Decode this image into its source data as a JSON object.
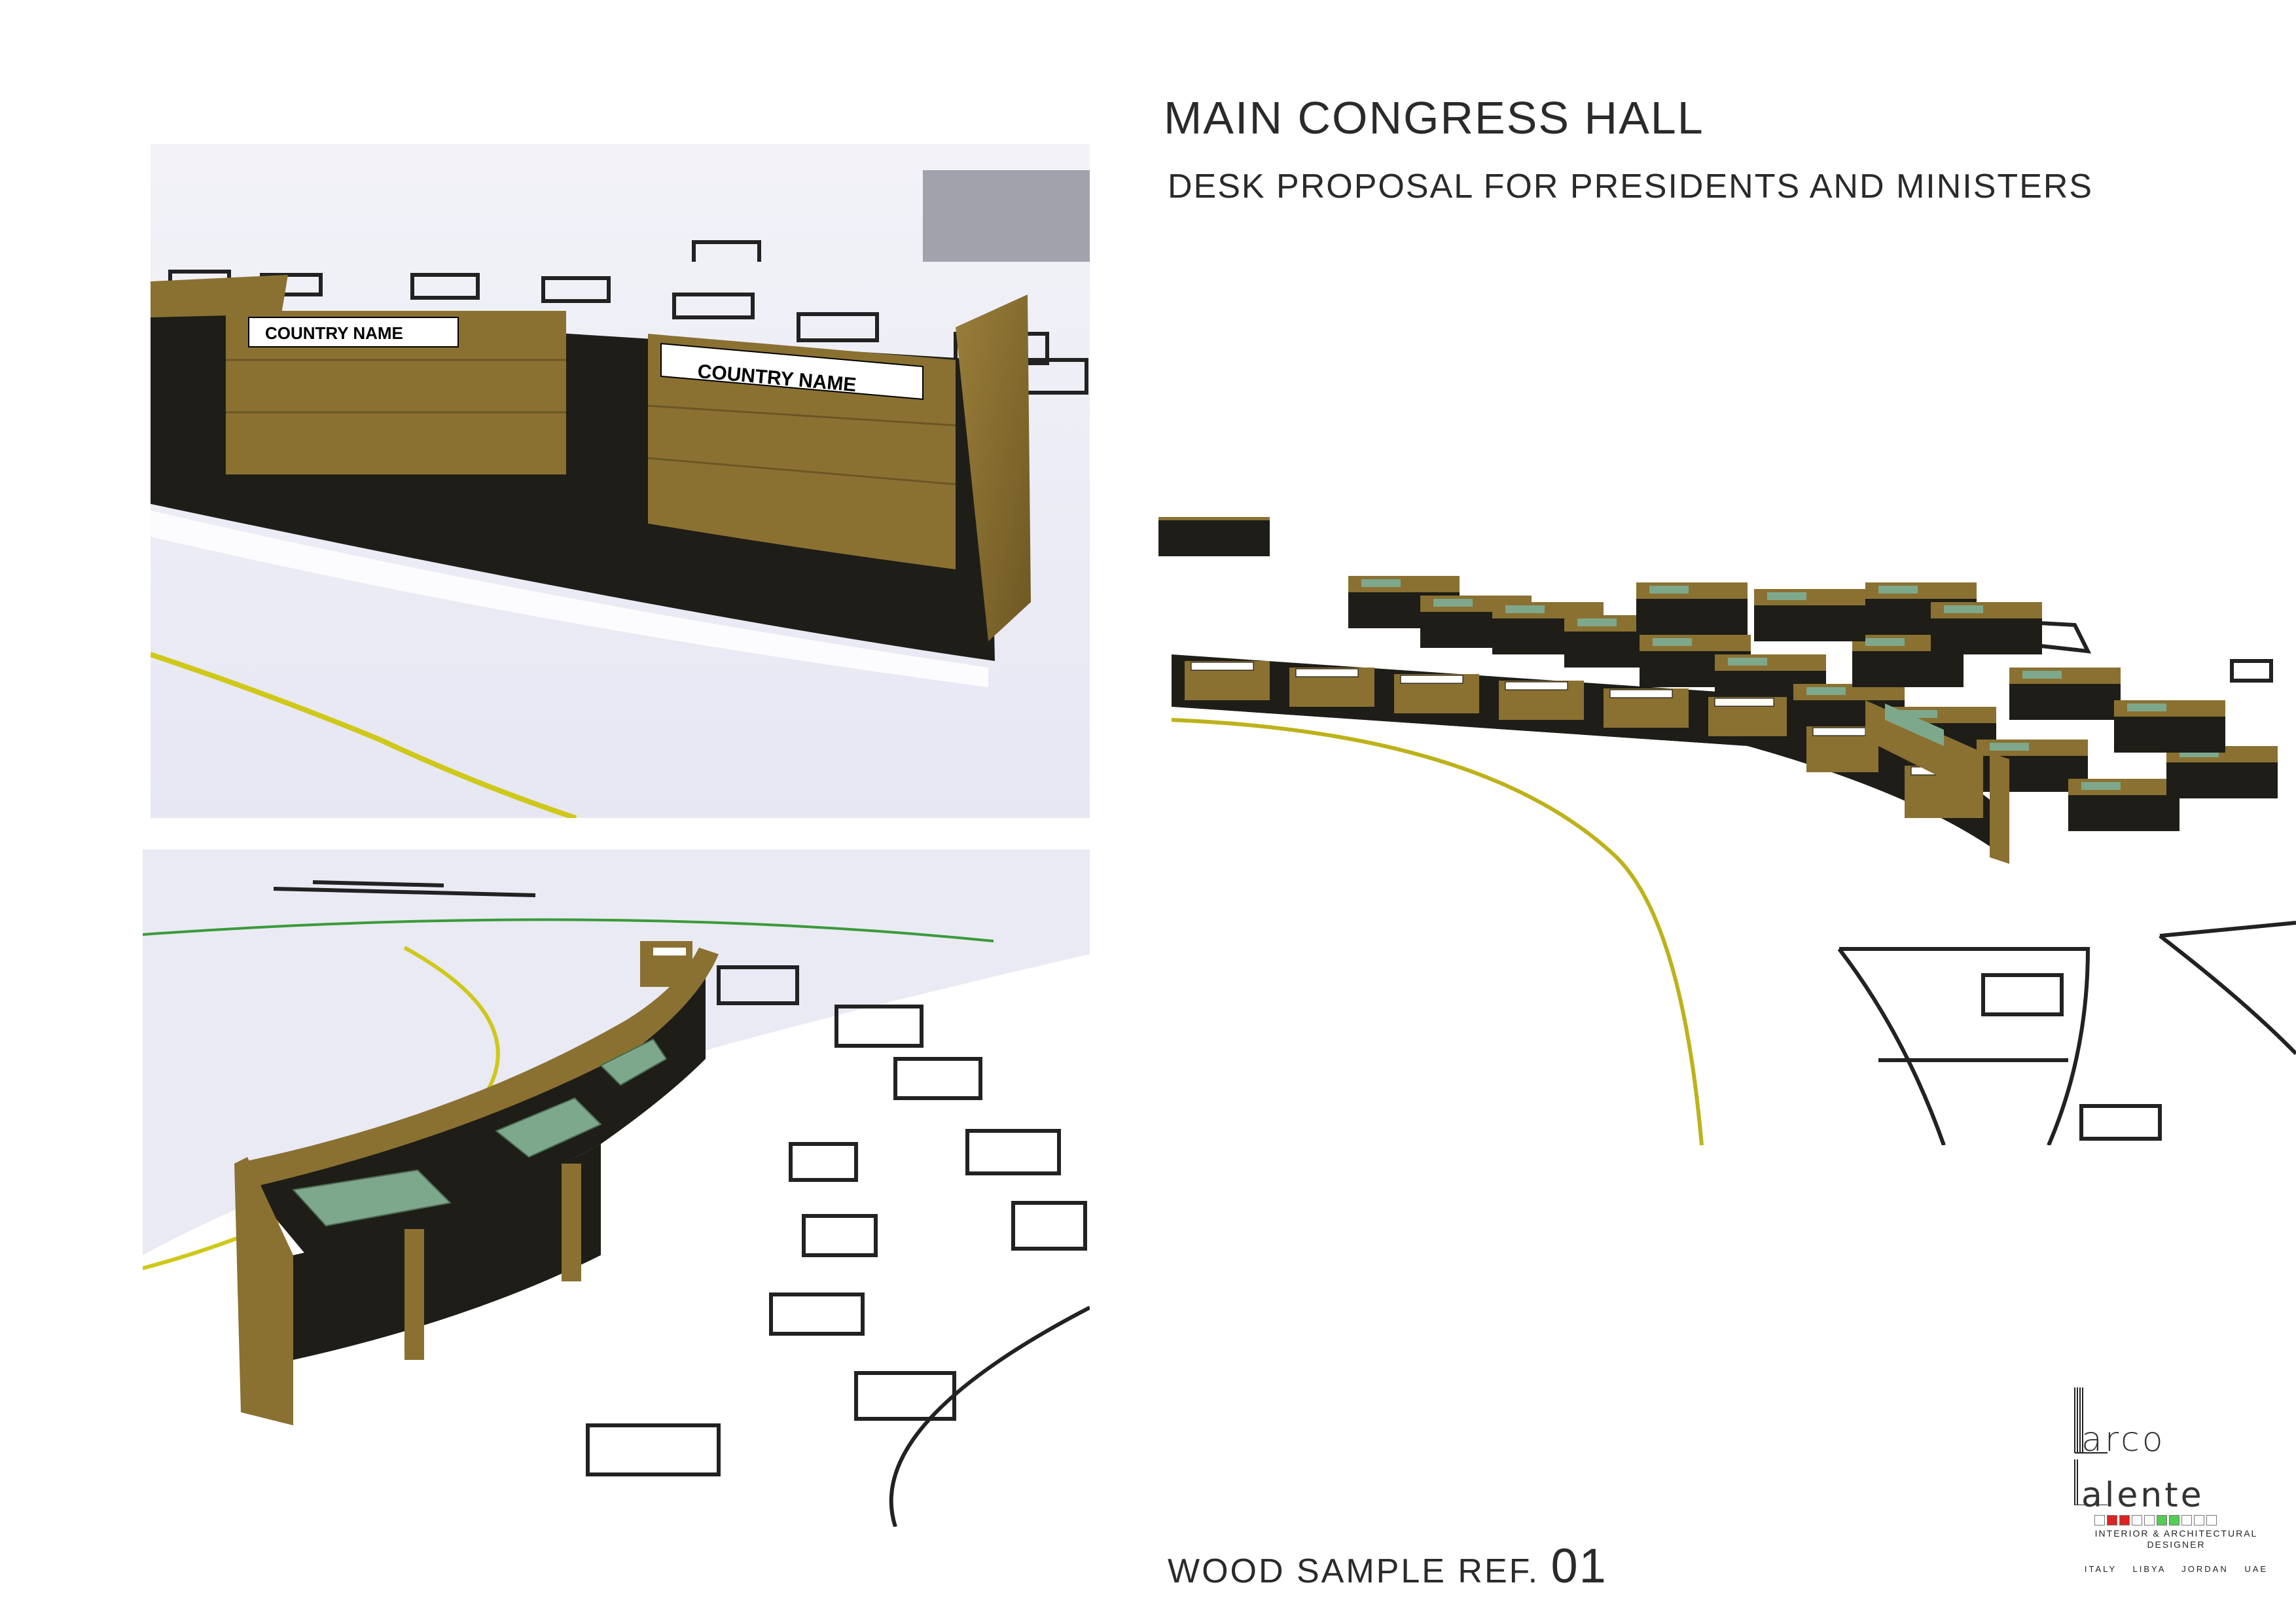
{
  "header": {
    "title": "MAIN CONGRESS HALL",
    "subtitle": "DESK PROPOSAL FOR PRESIDENTS AND MINISTERS"
  },
  "footer": {
    "ref_label": "WOOD SAMPLE REF.",
    "ref_number": "01"
  },
  "renders": {
    "nameplate_text": "COUNTRY NAME"
  },
  "logo": {
    "line1": "arco",
    "line2": "alente",
    "tagline": "INTERIOR & ARCHITECTURAL DESIGNER",
    "countries": "ITALY LIBYA JORDAN UAE"
  },
  "colors": {
    "wood": "#8a7132",
    "wood_dark": "#5e4c1d",
    "panel_black": "#1d1c16",
    "felt_green": "#7ea88c",
    "guide_yellow": "#d8d21a",
    "floor": "#ecedf6"
  }
}
